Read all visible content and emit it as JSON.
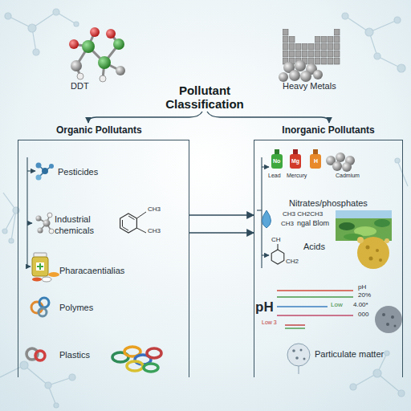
{
  "diagram": {
    "title": "Pollutant Classification",
    "nodes": [
      {
        "text": [
          "Organic Pollutants"
        ]
      },
      {
        "text": [
          "Pesticides"
        ],
        "in": 0
      },
      {
        "text": [
          "Industrial chemicals"
        ],
        "in": 0
      },
      {
        "text": [
          "Pharacaentialias"
        ],
        "in": 0
      },
      {
        "text": [
          "Polymes"
        ],
        "in": 0
      },
      {
        "text": [
          "Plastics"
        ],
        "in": 0
      },
      {
        "text": [
          "Inorganic Pollutants"
        ]
      },
      {
        "text": [
          "Nitrates/phosphates"
        ],
        "in": 6
      },
      {
        "text": [
          "Acids"
        ],
        "in": 6
      },
      {
        "text": [
          "Particulate matter"
        ],
        "in": 6
      }
    ],
    "edges": [
      {
        "from": 0,
        "to": 6,
        "arrow": "to"
      },
      {
        "from": 0,
        "to": 6,
        "arrow": "to"
      }
    ],
    "labels": [
      "DDT",
      "Heavy Metals",
      "CH3",
      "CH3",
      "No",
      "Mg",
      "H",
      "Lead",
      "Mercury",
      "Cadmium",
      "CH3 CH2CH3",
      "CH3",
      "ngal Blom",
      "CH",
      "CH2",
      "pH",
      "pH",
      "20%",
      "Low",
      "4.00*",
      "000",
      "Low 3"
    ]
  }
}
